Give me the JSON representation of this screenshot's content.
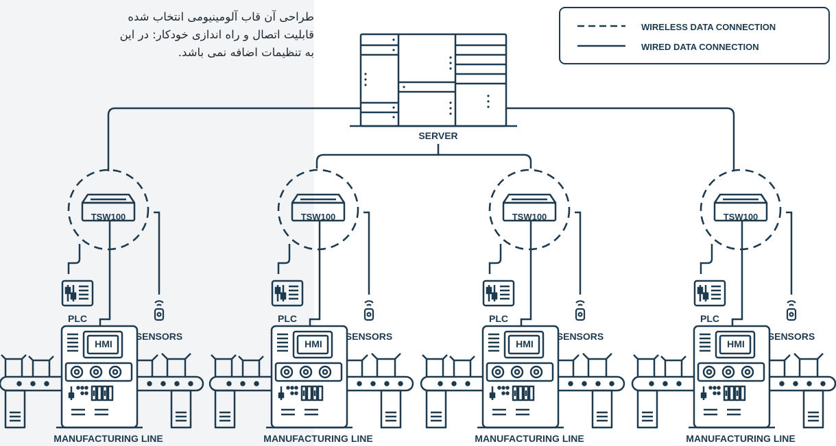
{
  "overlay_text": {
    "lines": [
      "طراحی آن قاب آلومینیومی انتخاب شده",
      "قابلیت اتصال و راه اندازی خودکار: در این",
      "به تنظیمات اضافه نمی باشد."
    ]
  },
  "legend": {
    "wireless_label": "WIRELESS DATA CONNECTION",
    "wired_label": "WIRED DATA CONNECTION"
  },
  "server": {
    "label": "SERVER",
    "icon": "server-rack-icon"
  },
  "lines": [
    {
      "switch_label": "TSW100",
      "plc_label": "PLC",
      "hmi_label": "HMI",
      "sensors_label": "SENSORS",
      "line_label": "MANUFACTURING LINE"
    },
    {
      "switch_label": "TSW100",
      "plc_label": "PLC",
      "hmi_label": "HMI",
      "sensors_label": "SENSORS",
      "line_label": "MANUFACTURING LINE"
    },
    {
      "switch_label": "TSW100",
      "plc_label": "PLC",
      "hmi_label": "HMI",
      "sensors_label": "SENSORS",
      "line_label": "MANUFACTURING LINE"
    },
    {
      "switch_label": "TSW100",
      "plc_label": "PLC",
      "hmi_label": "HMI",
      "sensors_label": "SENSORS",
      "line_label": "MANUFACTURING LINE"
    }
  ],
  "colors": {
    "stroke": "#1d3a4e",
    "overlay_bg": "#f3f4f6",
    "text": "#1f2a33"
  }
}
